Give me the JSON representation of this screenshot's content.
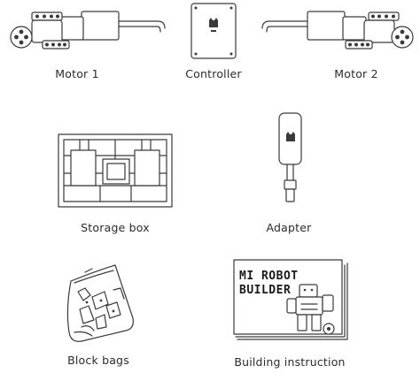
{
  "parts": [
    {
      "id": "motor-1",
      "label": "Motor 1"
    },
    {
      "id": "controller",
      "label": "Controller"
    },
    {
      "id": "motor-2",
      "label": "Motor 2"
    },
    {
      "id": "storage-box",
      "label": "Storage box"
    },
    {
      "id": "adapter",
      "label": "Adapter"
    },
    {
      "id": "block-bags",
      "label": "Block bags"
    },
    {
      "id": "building-instruction",
      "label": "Building instruction"
    }
  ],
  "instruction_cover": {
    "line1": "MI ROBOT",
    "line2": "BUILDER"
  }
}
